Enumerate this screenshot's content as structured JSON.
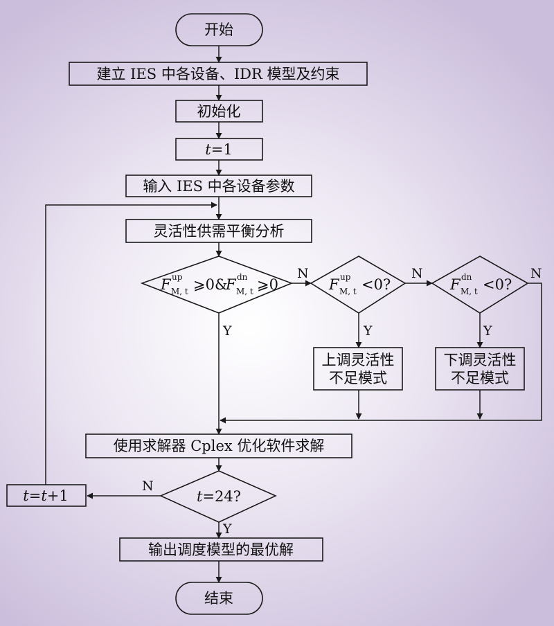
{
  "nodes": {
    "start": "开始",
    "build_model": "建立 IES 中各设备、IDR 模型及约束",
    "init": "初始化",
    "t_init_var": "t",
    "t_init_rest": "=1",
    "input_params": "输入 IES 中各设备参数",
    "balance": "灵活性供需平衡分析",
    "decision1": {
      "f1": "F",
      "f1_sup": "up",
      "f1_sub": "M, t",
      "op1": "⩾0&",
      "f2": "F",
      "f2_sup": "dn",
      "f2_sub": "M, t",
      "op2": "⩾0"
    },
    "decision2": {
      "f": "F",
      "sup": "up",
      "sub": "M, t",
      "op": "<0?"
    },
    "decision3": {
      "f": "F",
      "sup": "dn",
      "sub": "M, t",
      "op": "<0?"
    },
    "up_mode": [
      "上调灵活性",
      "不足模式"
    ],
    "down_mode": [
      "下调灵活性",
      "不足模式"
    ],
    "solver": "使用求解器 Cplex 优化软件求解",
    "decision4": {
      "var": "t",
      "rest": "=24?"
    },
    "increment": {
      "a": "t",
      "b": "=",
      "c": "t",
      "d": "+1"
    },
    "output": "输出调度模型的最优解",
    "end": "结束"
  },
  "edge_labels": {
    "n1": "N",
    "n2": "N",
    "n3": "N",
    "n4": "N",
    "y1": "Y",
    "y2": "Y",
    "y3": "Y",
    "y4": "Y"
  }
}
